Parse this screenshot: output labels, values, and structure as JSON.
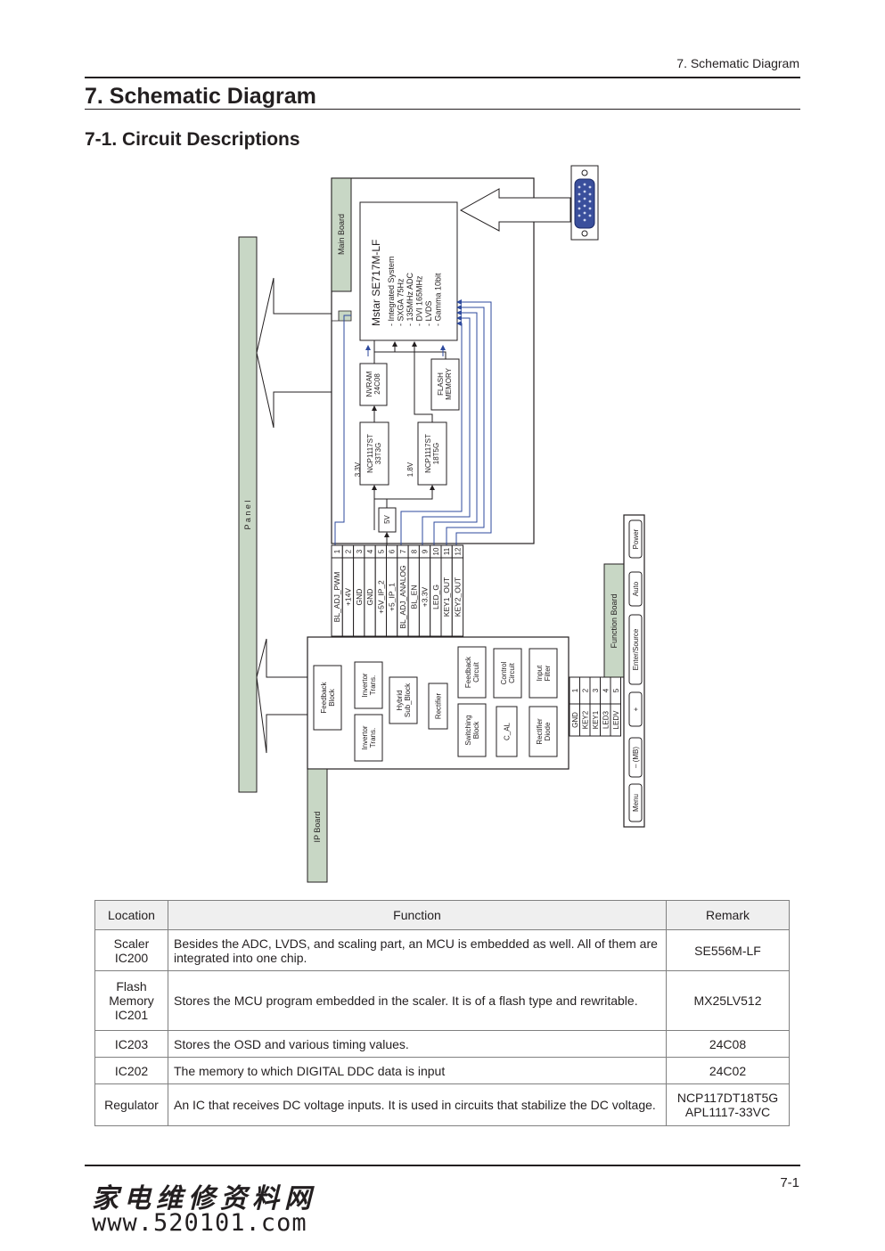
{
  "header": {
    "running_title": "7. Schematic Diagram"
  },
  "titles": {
    "chapter": "7. Schematic Diagram",
    "section": "7-1. Circuit Descriptions"
  },
  "diagram": {
    "panel": "P a n e l",
    "main_board": "Main Board",
    "ip_board": "IP Board",
    "function_board": "Function Board",
    "scaler": {
      "line1": "Mstar   SE717M-LF",
      "features": [
        "-  Integrated System",
        "-  SXGA 75Hz",
        "-  135MHz ADC",
        "-  DVI 165MHz",
        "-  LVDS",
        "-  Gamma 10bit"
      ]
    },
    "nvram": [
      "NVRAM",
      "24C08"
    ],
    "flash": [
      "FLASH",
      "MEMORY"
    ],
    "reg1": [
      "NCP1117ST",
      "33T3G"
    ],
    "reg2": [
      "NCP1117ST",
      "18T5G"
    ],
    "v33": "3.3V",
    "v18": "1.8V",
    "v5": "5V",
    "connector_numbers": [
      "1",
      "2",
      "3",
      "4",
      "5",
      "6",
      "7",
      "8",
      "9",
      "10",
      "11",
      "12"
    ],
    "connector_signals": [
      "BL_ADJ_PWM",
      "+14V",
      "GND",
      "GND",
      "+5V_IP_2",
      "+5_IP_1",
      "BL_ADJ_ANALOG",
      "BL_EN",
      "+3.3V",
      "LED_G",
      "KEY1_OUT",
      "KEY2_OUT"
    ],
    "ip_blocks": {
      "feedback_block": [
        "Feedback",
        "Block"
      ],
      "invertor_trans_1": [
        "Invertor",
        "Trans."
      ],
      "invertor_trans_2": [
        "Invertor",
        "Trans."
      ],
      "hybrid": [
        "Hybrid",
        "Sub_Block"
      ],
      "rectifier": "Rectifier",
      "feedback_circuit": [
        "Feedback",
        "Circuit"
      ],
      "control_circuit": [
        "Control",
        "Circuit"
      ],
      "input_filter": [
        "Input",
        "Filter"
      ],
      "switching_block": [
        "Switching",
        "Block"
      ],
      "c_al": "C_AL",
      "rectifier_diode": [
        "Rectifier",
        "Diode"
      ]
    },
    "func_conn_numbers": [
      "1",
      "2",
      "3",
      "4",
      "5"
    ],
    "func_conn_labels": [
      "G N D",
      "K E Y 2",
      "K E Y 1",
      "L E D 3",
      "L E D V"
    ],
    "buttons": [
      "Power",
      "Auto",
      "Enter/Source",
      "+",
      "– (MB)",
      "Menu"
    ]
  },
  "table": {
    "headers": [
      "Location",
      "Function",
      "Remark"
    ],
    "rows": [
      {
        "location": "Scaler\nIC200",
        "function": "Besides the ADC, LVDS, and scaling part, an MCU is embedded as well. All of them are integrated into one chip.",
        "remark": "SE556M-LF"
      },
      {
        "location": "Flash\nMemory\nIC201",
        "function": "Stores the MCU program embedded in the scaler. It is of a flash type and rewritable.",
        "remark": "MX25LV512"
      },
      {
        "location": "IC203",
        "function": "Stores the OSD and various timing values.",
        "remark": "24C08"
      },
      {
        "location": "IC202",
        "function": "The memory to which DIGITAL DDC data is input",
        "remark": "24C02"
      },
      {
        "location": "Regulator",
        "function": "An IC that receives DC voltage inputs. It is used in circuits that stabilize the DC voltage.",
        "remark": "NCP117DT18T5G\nAPL1117-33VC"
      }
    ]
  },
  "footer": {
    "page": "7-1",
    "brand_cn": "家电维修资料网",
    "brand_url": "www.520101.com"
  }
}
